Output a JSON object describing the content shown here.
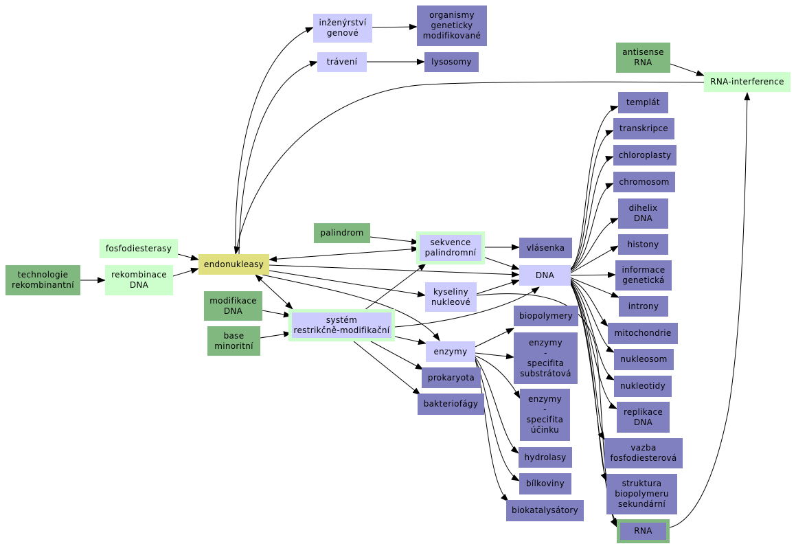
{
  "nodes": {
    "technologie": "technologie\nrekombinantní",
    "rekombinace": "rekombinace\nDNA",
    "fosfodiesterasy": "fosfodiesterasy",
    "endonukleasy": "endonukleasy",
    "modifikace": "modifikace\nDNA",
    "base": "base\nminoritní",
    "palindrom": "palindrom",
    "inzenyrstvi": "inženýrství\ngenové",
    "traveni": "trávení",
    "organismy": "organismy\ngeneticky\nmodifikované",
    "lysosomy": "lysosomy",
    "antisense": "antisense\nRNA",
    "rnai": "RNA-interference",
    "sekvence": "sekvence\npalindromní",
    "vlasenka": "vlásenka",
    "dna": "DNA",
    "kyseliny": "kyseliny\nnukleové",
    "system": "systém\nrestrikčně-modifikační",
    "enzymy": "enzymy",
    "prokaryota": "prokaryota",
    "bakteriofagy": "bakteriofágy",
    "biopolymery": "biopolymery",
    "enz_substrat": "enzymy\n-\nspecifita\nsubstrátová",
    "enz_ucinek": "enzymy\n-\nspecifita\núčinku",
    "hydrolasy": "hydrolasy",
    "bilkoviny": "bílkoviny",
    "biokatalysatory": "biokatalysátory",
    "templat": "templát",
    "transkripce": "transkripce",
    "chloroplasty": "chloroplasty",
    "chromosom": "chromosom",
    "dihelix": "dihelix\nDNA",
    "histony": "histony",
    "informace": "informace\ngenetická",
    "introny": "introny",
    "mitochondrie": "mitochondrie",
    "nukleosom": "nukleosom",
    "nukleotidy": "nukleotidy",
    "replikace": "replikace\nDNA",
    "vazba": "vazba\nfosfodiesterová",
    "struktura": "struktura\nbiopolymeru\nsekundární",
    "rna": "RNA"
  },
  "colors": {
    "topic_dark": "#8080c0",
    "topic_light": "#ccccff",
    "source_green": "#80b880",
    "source_mint": "#ccffcc",
    "central_yellow": "#e0e080",
    "edge": "#000000"
  }
}
